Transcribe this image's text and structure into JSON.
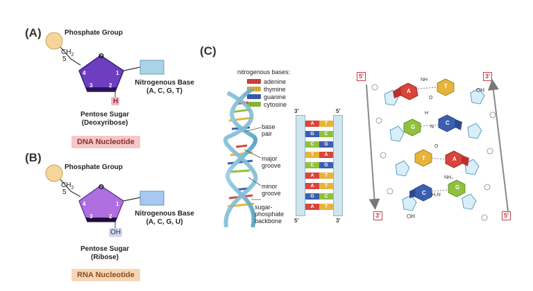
{
  "panelA": {
    "label": "(A)",
    "phosphate_label": "Phosphate Group",
    "ch2": "CH",
    "ch2_sub": "2",
    "carbon_5": "5",
    "ring_o": "O",
    "c1": "1",
    "c2": "2",
    "c3": "3",
    "c4": "4",
    "h_label": "H",
    "base_title": "Nitrogenous Base",
    "base_letters_prefix": "(A, C, G, ",
    "base_letter_last": "T",
    "base_letters_suffix": ")",
    "sugar_title": "Pentose Sugar",
    "sugar_name": "(Deoxyribose)",
    "badge": "DNA Nucleotide",
    "colors": {
      "sugar": "#6d3fc0",
      "sugar_dark": "#3a1f78",
      "phosphate": "#f5d59a",
      "base": "#a9d3e6",
      "badge_bg": "#f5c7c7",
      "h_bg": "#f3b9c6"
    }
  },
  "panelB": {
    "label": "(B)",
    "phosphate_label": "Phosphate Group",
    "ch2": "CH",
    "ch2_sub": "2",
    "carbon_5": "5",
    "ring_o": "O",
    "c1": "1",
    "c2": "2",
    "c3": "3",
    "c4": "4",
    "oh_label": "OH",
    "base_title": "Nitrogenous Base",
    "base_letters_prefix": "(A, C, G, ",
    "base_letter_last": "U",
    "base_letters_suffix": ")",
    "sugar_title": "Pentose Sugar",
    "sugar_name": "(Ribose)",
    "badge": "RNA Nucleotide",
    "colors": {
      "sugar": "#b06fe0",
      "sugar_dark": "#6a3c9a",
      "phosphate": "#f5d59a",
      "base": "#a7c8f0",
      "badge_bg": "#f7d6b6",
      "oh_bg": "#cfd8f3"
    }
  },
  "panelC": {
    "label": "(C)",
    "legend_title": "nitrogenous bases:",
    "legend": [
      {
        "name": "adenine",
        "color": "#d9443b"
      },
      {
        "name": "thymine",
        "color": "#e7b43a"
      },
      {
        "name": "guanine",
        "color": "#3b5fb0"
      },
      {
        "name": "cytosine",
        "color": "#8fc13f"
      }
    ],
    "helix_labels": {
      "base_pair_1": "base",
      "base_pair_2": "pair",
      "major_1": "major",
      "major_2": "groove",
      "minor_1": "minor",
      "minor_2": "groove",
      "backbone_1": "sugar-",
      "backbone_2": "phosphate",
      "backbone_3": "backbone"
    },
    "ladder": {
      "top_left": "3'",
      "top_right": "5'",
      "bottom_left": "5'",
      "bottom_right": "3'",
      "pairs": [
        {
          "left": "A",
          "right": "T"
        },
        {
          "left": "G",
          "right": "C"
        },
        {
          "left": "C",
          "right": "G"
        },
        {
          "left": "T",
          "right": "A"
        },
        {
          "left": "C",
          "right": "G"
        },
        {
          "left": "A",
          "right": "T"
        },
        {
          "left": "A",
          "right": "T"
        },
        {
          "left": "G",
          "right": "C"
        },
        {
          "left": "A",
          "right": "T"
        }
      ]
    },
    "structure": {
      "left_top": "5'",
      "left_bottom": "3'",
      "right_top": "3'",
      "right_bottom": "5'",
      "bases_left": [
        "A",
        "G",
        "T",
        "C"
      ],
      "bases_right": [
        "T",
        "C",
        "A",
        "G"
      ],
      "oh_top": "OH",
      "oh_bottom": "OH",
      "h_bonds": [
        "NH",
        "O",
        "H",
        "N",
        "NH₂",
        "O",
        "H₂N"
      ]
    }
  }
}
